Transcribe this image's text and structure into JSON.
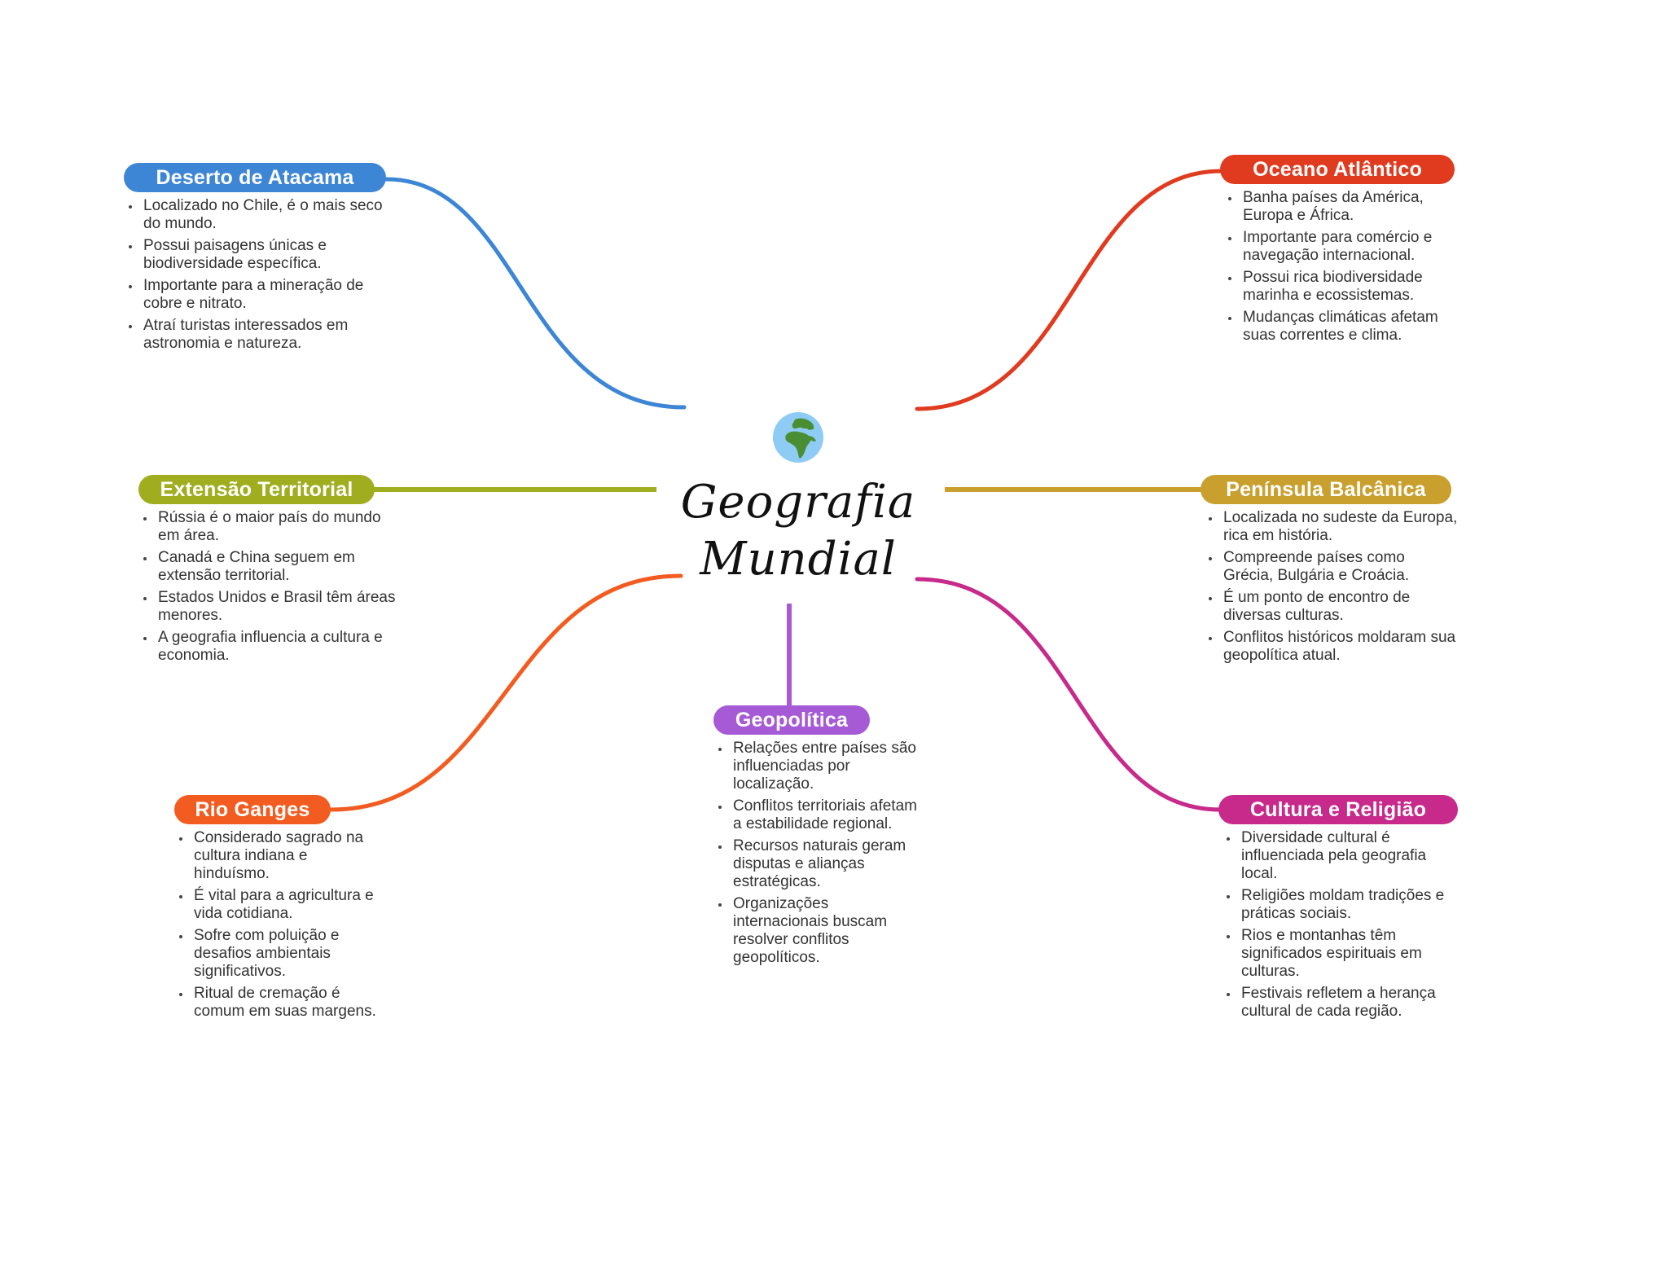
{
  "central_topic": {
    "title_line1": "Geografia",
    "title_line2": "Mundial",
    "icon": "globe-icon"
  },
  "branches": [
    {
      "id": "atacama",
      "label": "Deserto de Atacama",
      "color": "#3d86d6",
      "bullets": [
        "Localizado no Chile, é o mais seco do mundo.",
        "Possui paisagens únicas e biodiversidade específica.",
        "Importante para a mineração de cobre e nitrato.",
        "Atraí turistas interessados em astronomia e natureza."
      ]
    },
    {
      "id": "atlantico",
      "label": "Oceano Atlântico",
      "color": "#e03a1f",
      "bullets": [
        "Banha países da América, Europa e África.",
        "Importante para comércio e navegação internacional.",
        "Possui rica biodiversidade marinha e ecossistemas.",
        "Mudanças climáticas afetam suas correntes e clima."
      ]
    },
    {
      "id": "extensao",
      "label": "Extensão Territorial",
      "color": "#a0ad1f",
      "bullets": [
        "Rússia é o maior país do mundo em área.",
        "Canadá e China seguem em extensão territorial.",
        "Estados Unidos e Brasil têm áreas menores.",
        "A geografia influencia a cultura e economia."
      ]
    },
    {
      "id": "balcanica",
      "label": "Península Balcânica",
      "color": "#c9a02e",
      "bullets": [
        "Localizada no sudeste da Europa, rica em história.",
        "Compreende países como Grécia, Bulgária e Croácia.",
        "É um ponto de encontro de diversas culturas.",
        "Conflitos históricos moldaram sua geopolítica atual."
      ]
    },
    {
      "id": "ganges",
      "label": "Rio Ganges",
      "color": "#f25c20",
      "bullets": [
        "Considerado sagrado na cultura indiana e hinduísmo.",
        "É vital para a agricultura e vida cotidiana.",
        "Sofre com poluição e desafios ambientais significativos.",
        "Ritual de cremação é comum em suas margens."
      ]
    },
    {
      "id": "geopolitica",
      "label": "Geopolítica",
      "color": "#a65ad6",
      "bullets": [
        "Relações entre países são influenciadas por localização.",
        "Conflitos territoriais afetam a estabilidade regional.",
        "Recursos naturais geram disputas e alianças estratégicas.",
        "Organizações internacionais buscam resolver conflitos geopolíticos."
      ]
    },
    {
      "id": "cultura",
      "label": "Cultura e Religião",
      "color": "#c72a8a",
      "bullets": [
        "Diversidade cultural é influenciada pela geografia local.",
        "Religiões moldam tradições e práticas sociais.",
        "Rios e montanhas têm significados espirituais em culturas.",
        "Festivais refletem a herança cultural de cada região."
      ]
    }
  ]
}
